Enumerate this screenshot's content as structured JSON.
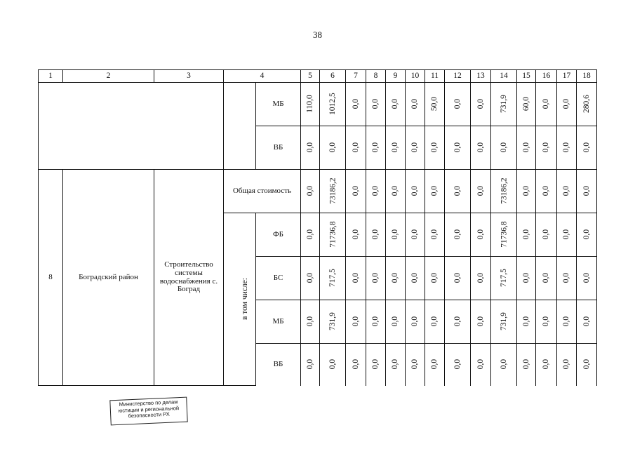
{
  "page_number": "38",
  "header": [
    "1",
    "2",
    "3",
    "4",
    "5",
    "6",
    "7",
    "8",
    "9",
    "10",
    "11",
    "12",
    "13",
    "14",
    "15",
    "16",
    "17",
    "18"
  ],
  "rows": [
    {
      "label": "МБ",
      "values": [
        "110,0",
        "1012,5",
        "0,0",
        "0,0",
        "0,0",
        "0,0",
        "50,0",
        "0,0",
        "0,0",
        "731,9",
        "60,0",
        "0,0",
        "0,0",
        "280,6"
      ]
    },
    {
      "label": "ВБ",
      "values": [
        "0,0",
        "0,0",
        "0,0",
        "0,0",
        "0,0",
        "0,0",
        "0,0",
        "0,0",
        "0,0",
        "0,0",
        "0,0",
        "0,0",
        "0,0",
        "0,0"
      ]
    },
    {
      "label": "Общая стоимость",
      "values": [
        "0,0",
        "73186,2",
        "0,0",
        "0,0",
        "0,0",
        "0,0",
        "0,0",
        "0,0",
        "0,0",
        "73186,2",
        "0,0",
        "0,0",
        "0,0",
        "0,0"
      ]
    },
    {
      "label": "ФБ",
      "values": [
        "0,0",
        "71736,8",
        "0,0",
        "0,0",
        "0,0",
        "0,0",
        "0,0",
        "0,0",
        "0,0",
        "71736,8",
        "0,0",
        "0,0",
        "0,0",
        "0,0"
      ]
    },
    {
      "label": "БС",
      "values": [
        "0,0",
        "717,5",
        "0,0",
        "0,0",
        "0,0",
        "0,0",
        "0,0",
        "0,0",
        "0,0",
        "717,5",
        "0,0",
        "0,0",
        "0,0",
        "0,0"
      ]
    },
    {
      "label": "МБ",
      "values": [
        "0,0",
        "731,9",
        "0,0",
        "0,0",
        "0,0",
        "0,0",
        "0,0",
        "0,0",
        "0,0",
        "731,9",
        "0,0",
        "0,0",
        "0,0",
        "0,0"
      ]
    },
    {
      "label": "ВБ",
      "values": [
        "0,0",
        "0,0",
        "0,0",
        "0,0",
        "0,0",
        "0,0",
        "0,0",
        "0,0",
        "0,0",
        "0,0",
        "0,0",
        "0,0",
        "0,0",
        "0,0"
      ]
    }
  ],
  "project": {
    "number": "8",
    "district": "Боградский район",
    "name": "Строительство системы водоснабжения с. Боград",
    "including": "в том числе:"
  },
  "stamp": {
    "line1": "Министерство по делам",
    "line2": "юстиции и региональной",
    "line3": "безопасности РХ"
  }
}
